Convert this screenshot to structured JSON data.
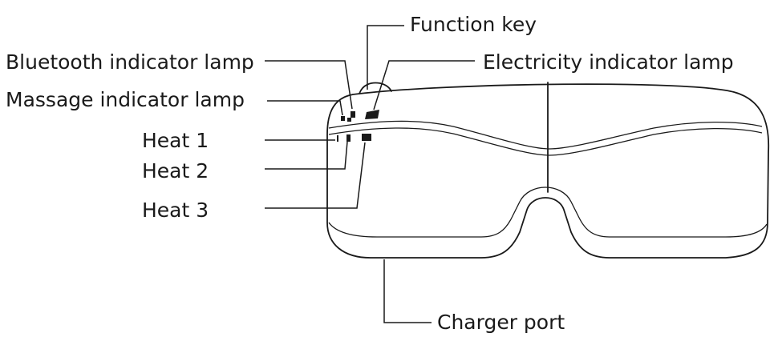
{
  "labels": {
    "function_key": "Function key",
    "bluetooth_lamp": "Bluetooth indicator lamp",
    "electricity_lamp": "Electricity indicator lamp",
    "massage_lamp": "Massage indicator lamp",
    "heat1": "Heat 1",
    "heat2": "Heat 2",
    "heat3": "Heat 3",
    "charger_port": "Charger port"
  },
  "colors": {
    "line": "#1a1a1a",
    "background": "#ffffff"
  }
}
